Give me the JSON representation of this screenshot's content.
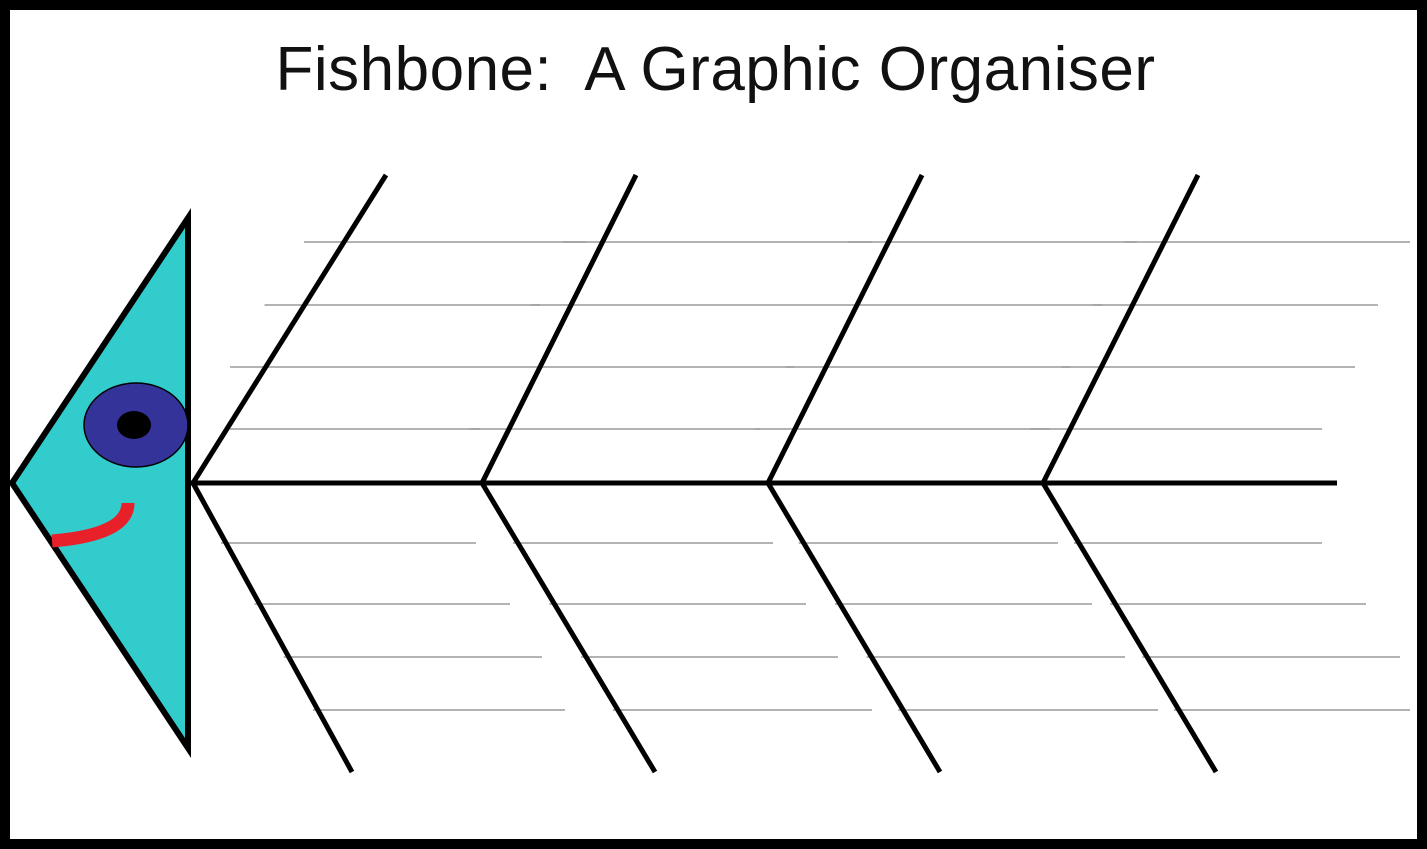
{
  "title": "Fishbone:  A Graphic Organiser",
  "colors": {
    "head_fill": "#33cccc",
    "eye_outer": "#333399",
    "eye_pupil": "#000000",
    "mouth": "#e8202a",
    "bone": "#000000",
    "guide_line": "#9a9a9a",
    "frame": "#000000"
  },
  "diagram": {
    "head": "triangle-fish-head",
    "ribs_per_side": 4,
    "guide_lines_per_rib": 4,
    "bones_blank": true
  }
}
